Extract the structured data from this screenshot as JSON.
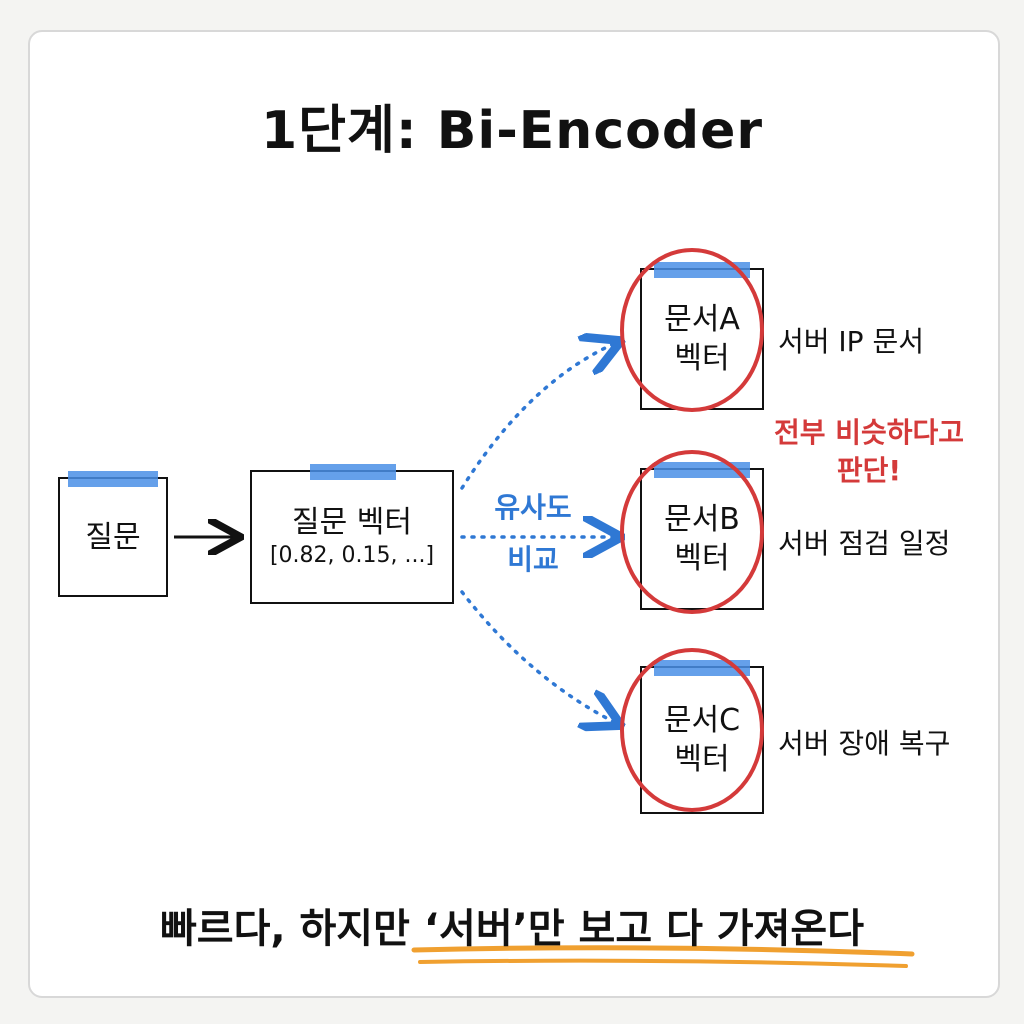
{
  "title": "1단계: Bi-Encoder",
  "query_box": {
    "label": "질문"
  },
  "query_vector_box": {
    "label": "질문 벡터",
    "values": "[0.82, 0.15, ...]"
  },
  "compare_label": {
    "line1": "유사도",
    "line2": "비교"
  },
  "documents": [
    {
      "label_line1": "문서A",
      "label_line2": "벡터",
      "description": "서버 IP 문서"
    },
    {
      "label_line1": "문서B",
      "label_line2": "벡터",
      "description": "서버 점검 일정"
    },
    {
      "label_line1": "문서C",
      "label_line2": "벡터",
      "description": "서버 장애 복구"
    }
  ],
  "judgment_note": {
    "line1": "전부 비슷하다고",
    "line2": "판단!"
  },
  "conclusion": "빠르다, 하지만 ‘서버’만 보고 다 가져온다",
  "colors": {
    "tape": "#4a8fe6",
    "arrow_dotted": "#2f78d4",
    "circle": "#d43a3a",
    "underline": "#f0a030"
  }
}
